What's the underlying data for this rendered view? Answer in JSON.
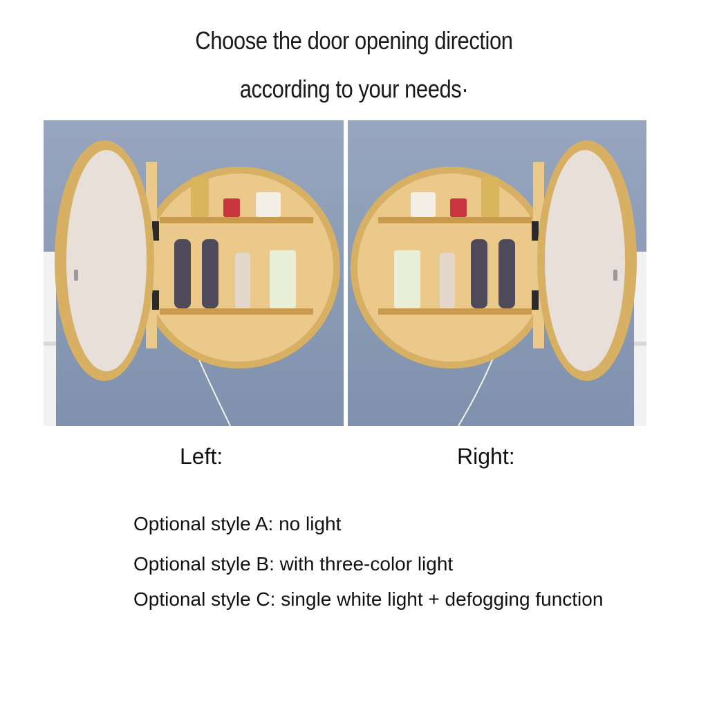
{
  "heading": {
    "line1": "Choose the door opening direction",
    "line2": "according to your needs·"
  },
  "photos": {
    "left": {
      "caption": "Left:"
    },
    "right": {
      "caption": "Right:"
    }
  },
  "options": [
    "Optional style A: no light",
    "Optional style B: with three-color light",
    "Optional style C: single white light + defogging function"
  ],
  "colors": {
    "wall": "#8c9cb6",
    "wood": "#d7b064",
    "wood_inner": "#ebc98a",
    "mirror": "#e8e0d8"
  }
}
